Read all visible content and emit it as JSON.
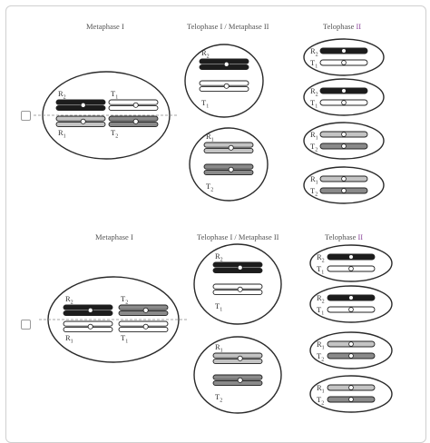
{
  "colors": {
    "black": "#1c1c1c",
    "light_gray": "#c4c4c4",
    "dark_gray": "#8a8a8a",
    "white": "#ffffff",
    "accent": "#8d4a9c"
  },
  "options": [
    {
      "headers": {
        "metaphase_1": "Metaphase I",
        "telophase_1_metaphase_2": "Telophase I / Metaphase II",
        "telophase_2_prefix": "Telophase ",
        "telophase_2_numeral": "II"
      },
      "metaphase_cell": {
        "left_top_label": "R",
        "left_top_sub": "2",
        "left_bottom_label": "R",
        "left_bottom_sub": "1",
        "right_top_label": "T",
        "right_top_sub": "1",
        "right_bottom_label": "T",
        "right_bottom_sub": "2"
      },
      "mid_cells": [
        {
          "top_label": "R",
          "top_sub": "2",
          "bottom_label": "T",
          "bottom_sub": "1"
        },
        {
          "top_label": "R",
          "top_sub": "1",
          "bottom_label": "T",
          "bottom_sub": "2"
        }
      ],
      "small_cells": [
        {
          "top_label": "R",
          "top_sub": "2",
          "bottom_label": "T",
          "bottom_sub": "1"
        },
        {
          "top_label": "R",
          "top_sub": "2",
          "bottom_label": "T",
          "bottom_sub": "1"
        },
        {
          "top_label": "R",
          "top_sub": "1",
          "bottom_label": "T",
          "bottom_sub": "2"
        },
        {
          "top_label": "R",
          "top_sub": "1",
          "bottom_label": "T",
          "bottom_sub": "2"
        }
      ]
    },
    {
      "headers": {
        "metaphase_1": "Metaphase I",
        "telophase_1_metaphase_2": "Telophase I / Metaphase II",
        "telophase_2_prefix": "Telophase ",
        "telophase_2_numeral": "II"
      },
      "metaphase_cell": {
        "left_top_label": "R",
        "left_top_sub": "2",
        "left_bottom_label": "R",
        "left_bottom_sub": "1",
        "right_top_label": "T",
        "right_top_sub": "2",
        "right_bottom_label": "T",
        "right_bottom_sub": "1"
      },
      "mid_cells": [
        {
          "top_label": "R",
          "top_sub": "2",
          "bottom_label": "T",
          "bottom_sub": "1"
        },
        {
          "top_label": "R",
          "top_sub": "1",
          "bottom_label": "T",
          "bottom_sub": "2"
        }
      ],
      "small_cells": [
        {
          "top_label": "R",
          "top_sub": "2",
          "bottom_label": "T",
          "bottom_sub": "1"
        },
        {
          "top_label": "R",
          "top_sub": "2",
          "bottom_label": "T",
          "bottom_sub": "1"
        },
        {
          "top_label": "R",
          "top_sub": "1",
          "bottom_label": "T",
          "bottom_sub": "2"
        },
        {
          "top_label": "R",
          "top_sub": "1",
          "bottom_label": "T",
          "bottom_sub": "2"
        }
      ]
    }
  ]
}
